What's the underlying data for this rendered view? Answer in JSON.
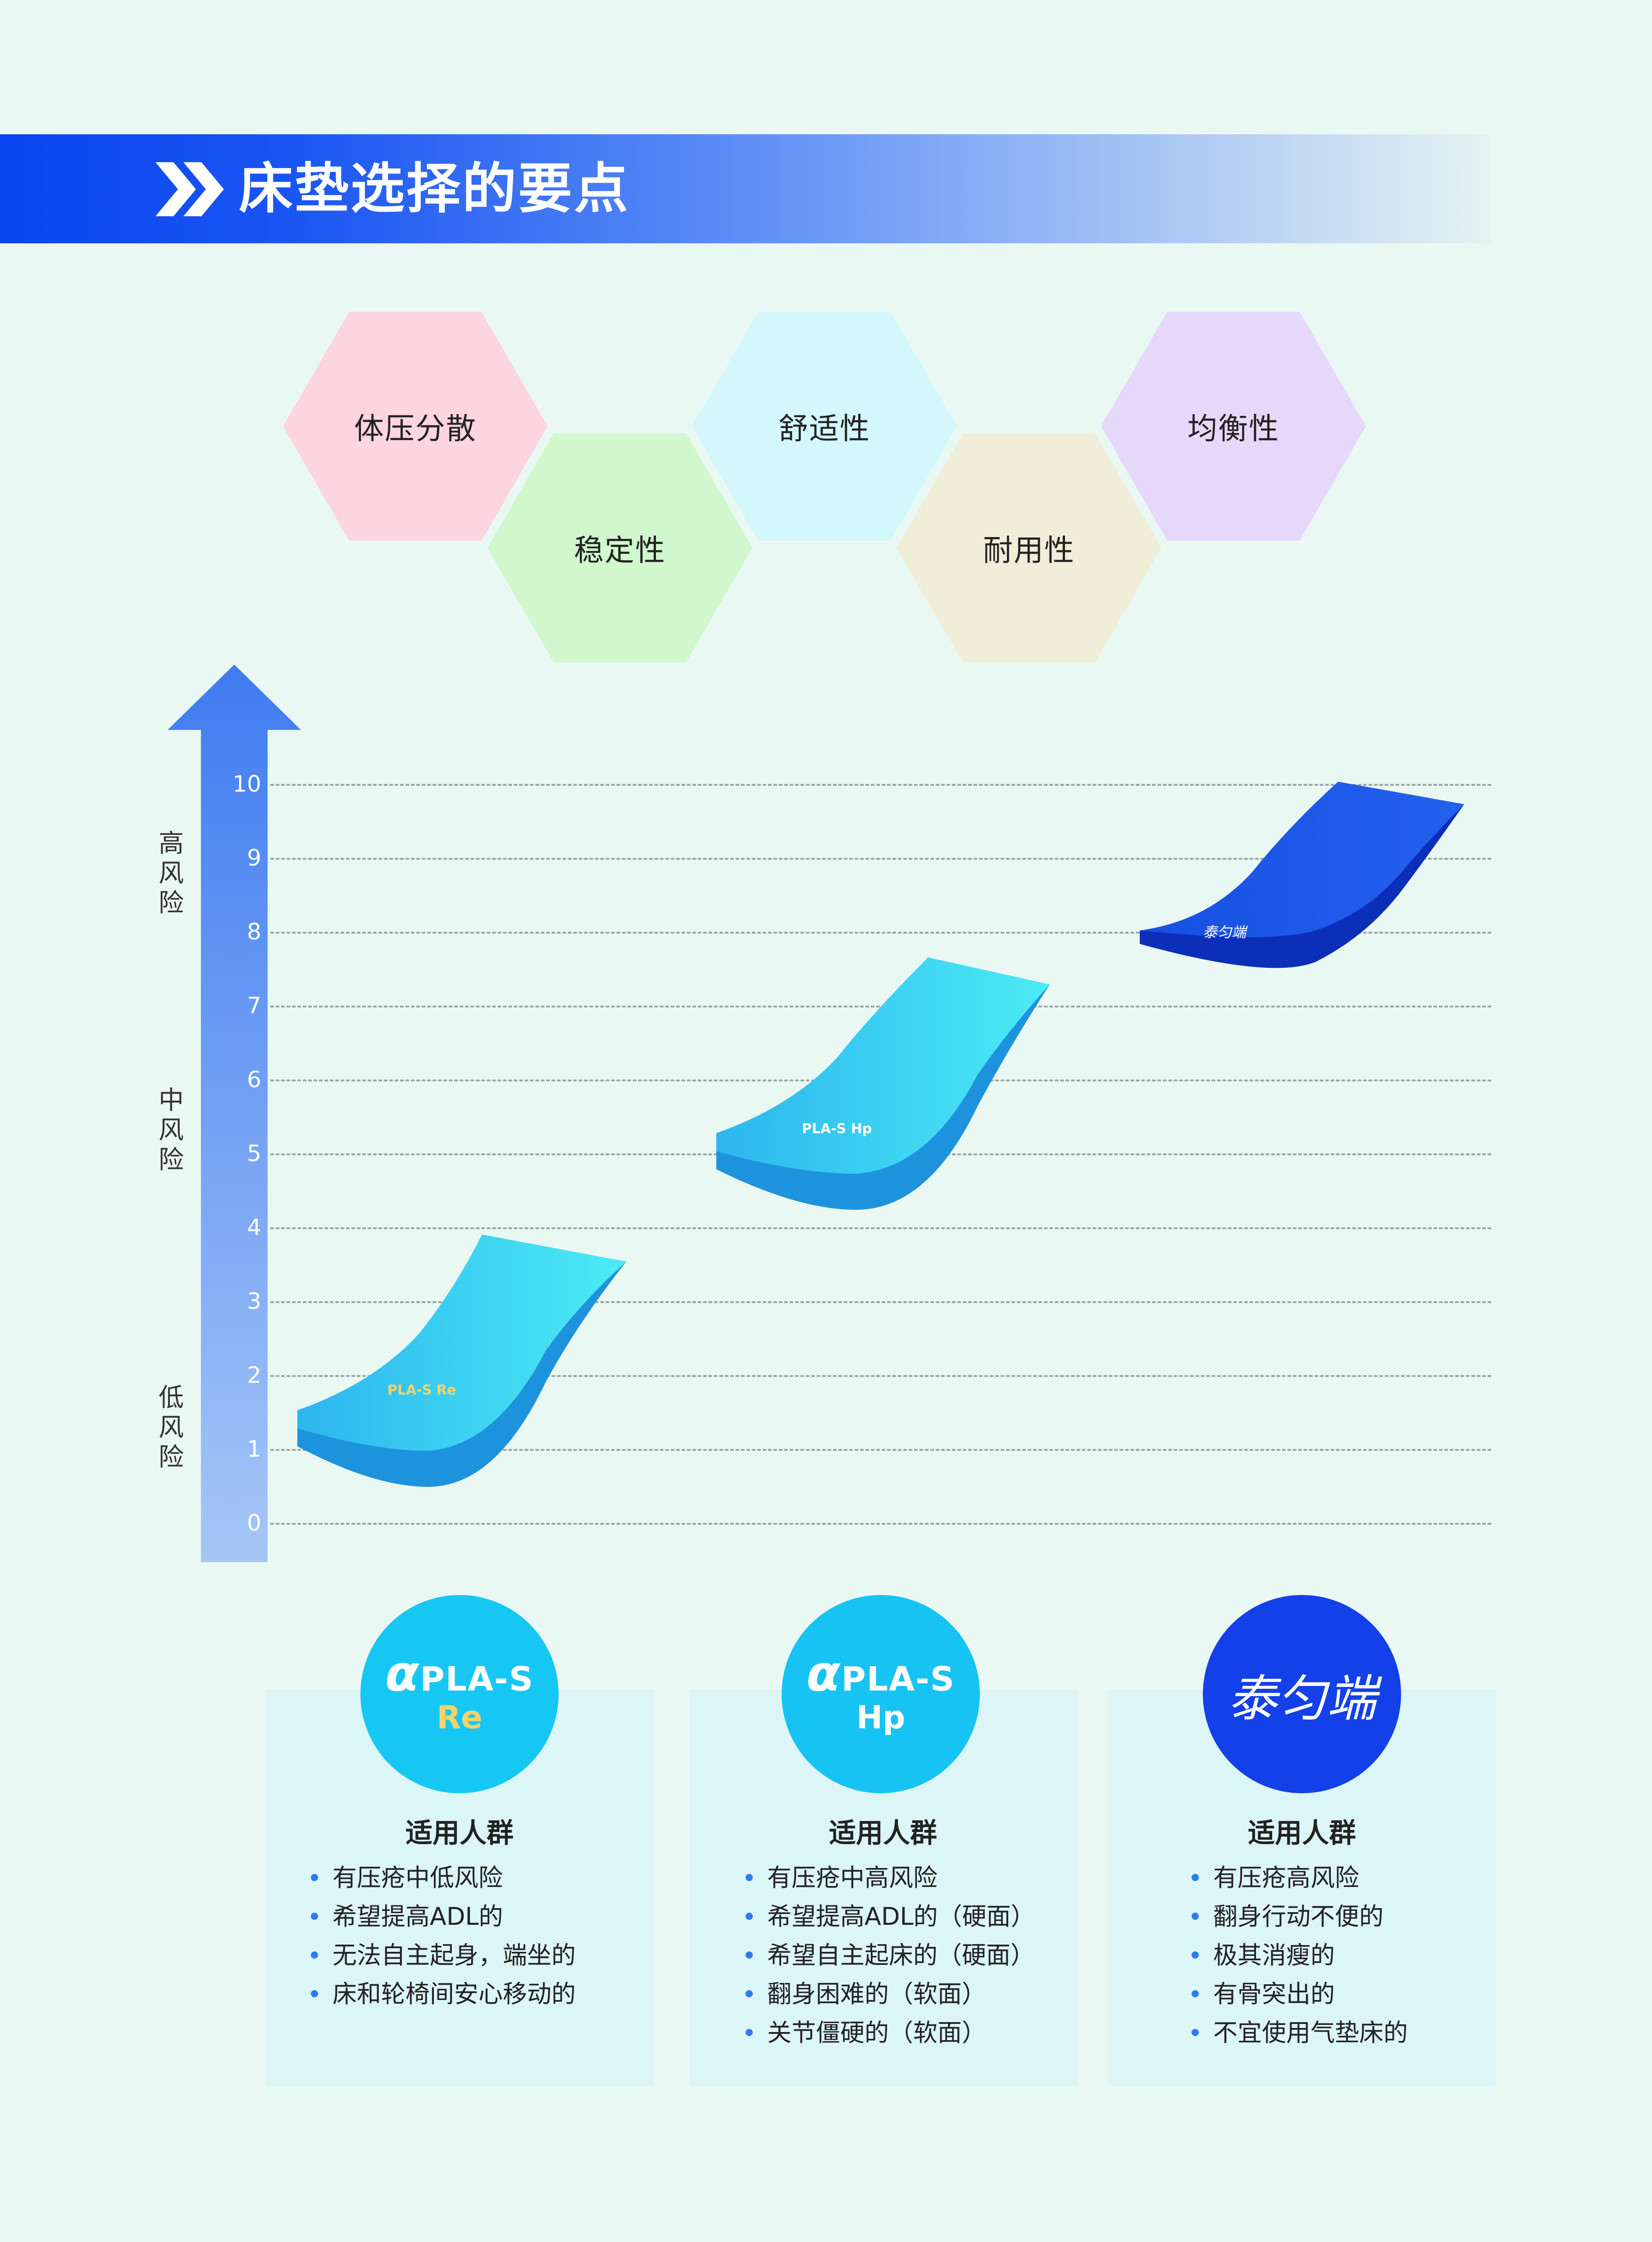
{
  "header": {
    "title": "床垫选择的要点"
  },
  "features": [
    {
      "label": "体压分散",
      "color": "#fdd5e1"
    },
    {
      "label": "稳定性",
      "color": "#d1f7cd"
    },
    {
      "label": "舒适性",
      "color": "#d3f7fa"
    },
    {
      "label": "耐用性",
      "color": "#f0eed8"
    },
    {
      "label": "均衡性",
      "color": "#e6d8fa"
    }
  ],
  "chart": {
    "y_ticks": [
      "10",
      "9",
      "8",
      "7",
      "6",
      "5",
      "4",
      "3",
      "2",
      "1",
      "0"
    ],
    "risk_labels": {
      "high": [
        "高",
        "风",
        "险"
      ],
      "mid": [
        "中",
        "风",
        "险"
      ],
      "low": [
        "低",
        "风",
        "险"
      ]
    }
  },
  "products": [
    {
      "logo_main": "PLA-S",
      "logo_sub": "Re",
      "logo_sub_color": "#f3d36b",
      "logo_bg": "#17c7f3",
      "mattress_text": "PLA-S Re",
      "list_title": "适用人群",
      "items": [
        "有压疮中低风险",
        "希望提高ADL的",
        "无法自主起身，端坐的",
        "床和轮椅间安心移动的"
      ]
    },
    {
      "logo_main": "PLA-S",
      "logo_sub": "Hp",
      "logo_sub_color": "#ffffff",
      "logo_bg": "#17c3f2",
      "mattress_text": "PLA-S Hp",
      "list_title": "适用人群",
      "items": [
        "有压疮中高风险",
        "希望提高ADL的（硬面）",
        "希望自主起床的（硬面）",
        "翻身困难的（软面）",
        "关节僵硬的（软面）"
      ]
    },
    {
      "logo_main": "泰匀端",
      "logo_bg": "#1340e8",
      "mattress_text": "泰匀端",
      "list_title": "适用人群",
      "items": [
        "有压疮高风险",
        "翻身行动不便的",
        "极其消瘦的",
        "有骨突出的",
        "不宜使用气垫床的"
      ]
    }
  ]
}
